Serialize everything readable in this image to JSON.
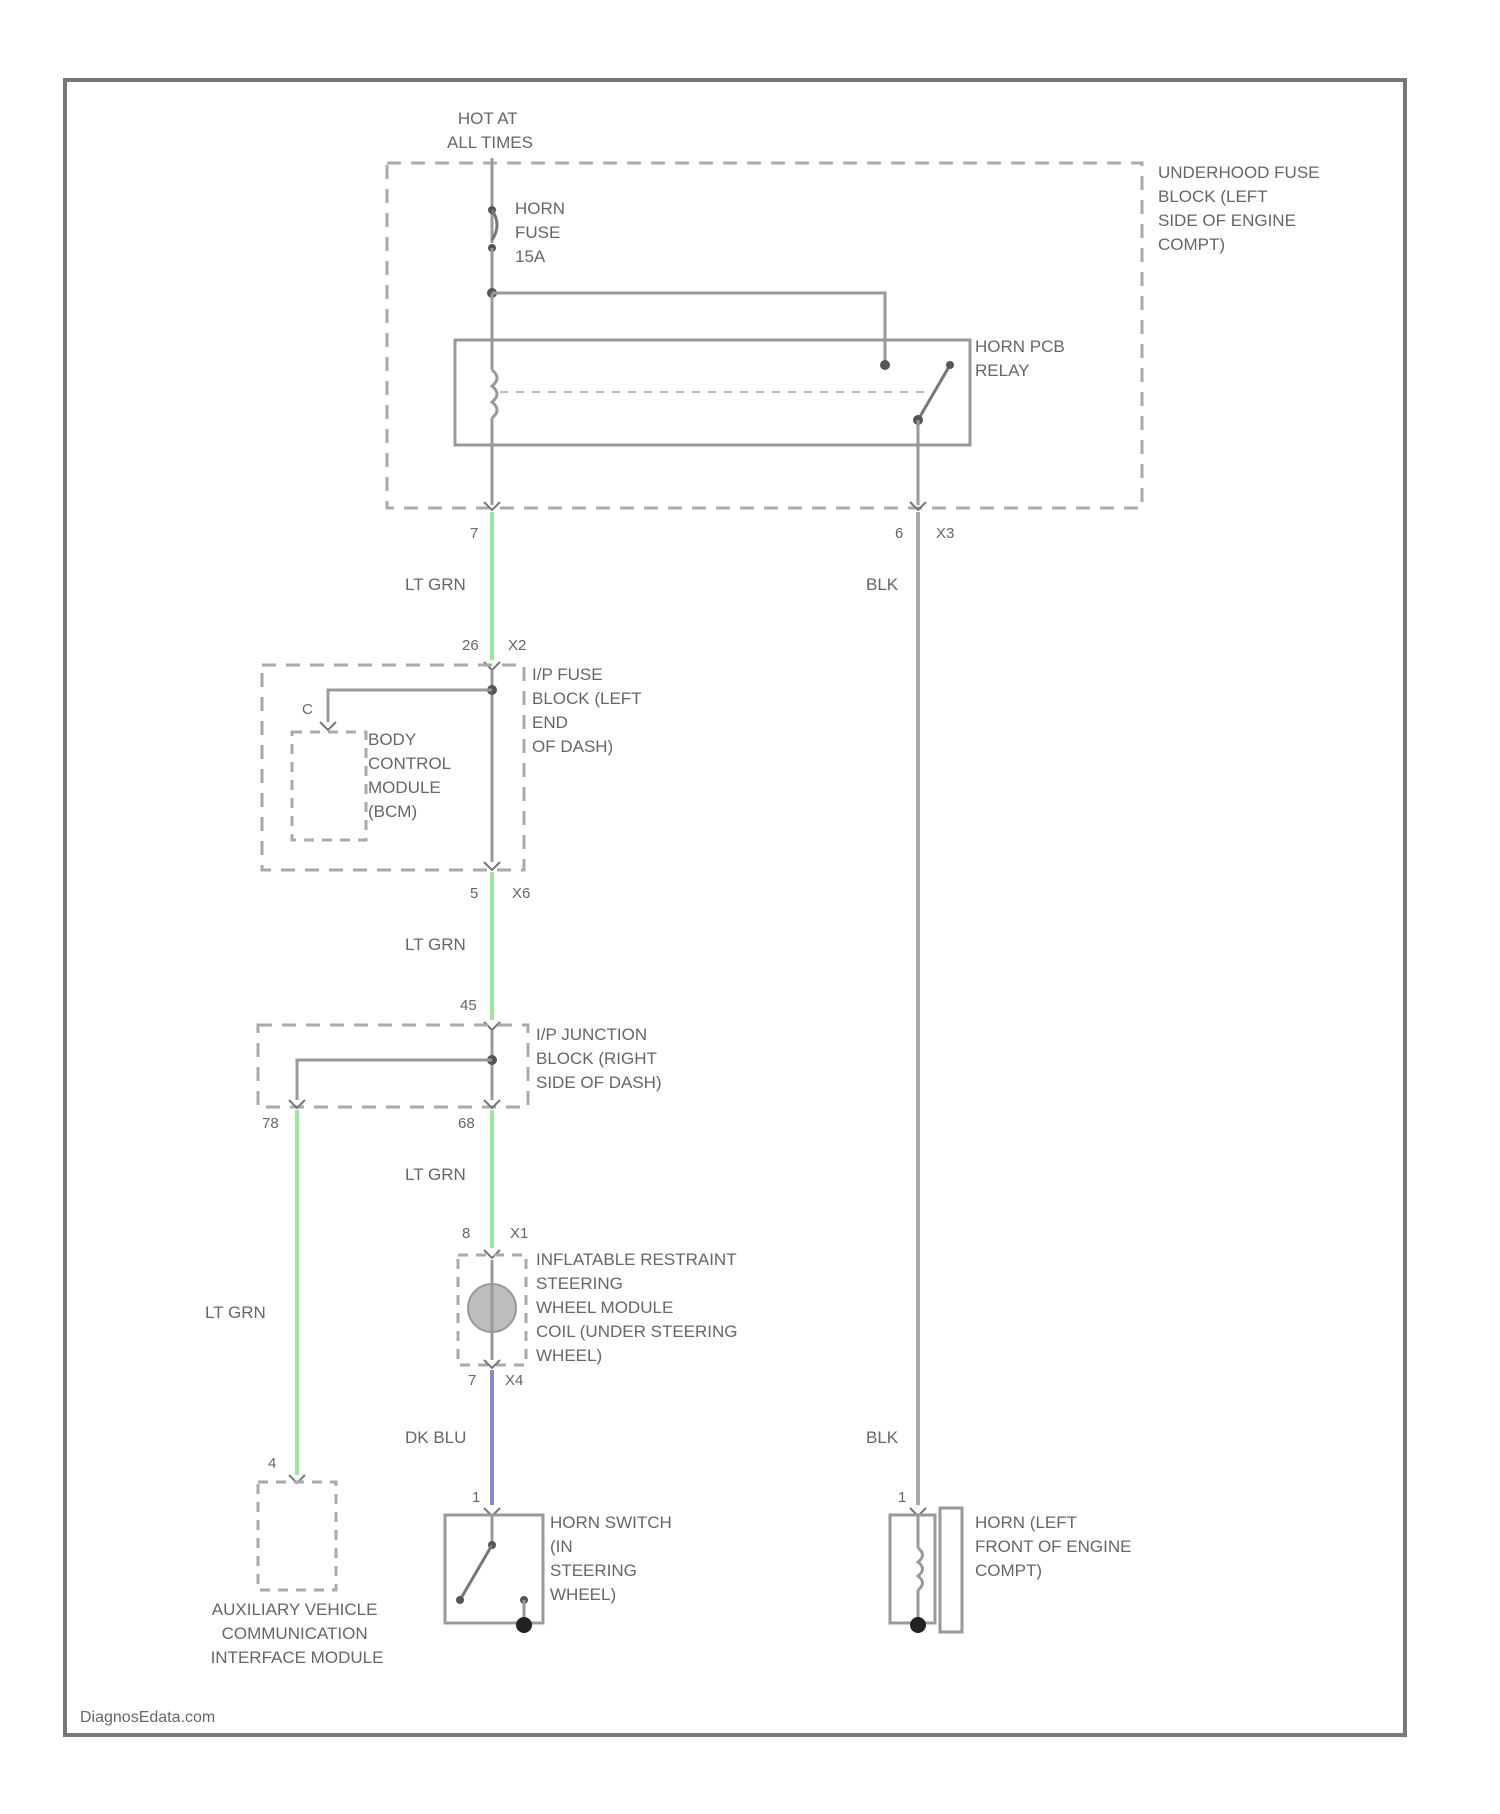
{
  "power": {
    "line1": "HOT AT",
    "line2": "ALL TIMES"
  },
  "underhood_fuse_block": {
    "lines": [
      "UNDERHOOD FUSE",
      "BLOCK (LEFT",
      "SIDE OF ENGINE",
      "COMPT)"
    ]
  },
  "horn_fuse": {
    "lines": [
      "HORN",
      "FUSE",
      "15A"
    ]
  },
  "horn_relay": {
    "lines": [
      "HORN PCB",
      "RELAY"
    ]
  },
  "ip_fuse_block": {
    "lines": [
      "I/P FUSE",
      "BLOCK (LEFT",
      "END",
      "OF DASH)"
    ]
  },
  "bcm": {
    "lines": [
      "BODY",
      "CONTROL",
      "MODULE",
      "(BCM)"
    ]
  },
  "ip_junction_block": {
    "lines": [
      "I/P JUNCTION",
      "BLOCK (RIGHT",
      "SIDE OF DASH)"
    ]
  },
  "steering_coil": {
    "lines": [
      "INFLATABLE RESTRAINT",
      "STEERING",
      "WHEEL MODULE",
      "COIL (UNDER STEERING",
      "WHEEL)"
    ]
  },
  "horn_switch": {
    "lines": [
      "HORN SWITCH",
      "(IN",
      "STEERING",
      "WHEEL)"
    ]
  },
  "horn": {
    "lines": [
      "HORN (LEFT",
      "FRONT OF ENGINE",
      "COMPT)"
    ]
  },
  "avcim": {
    "lines": [
      "AUXILIARY VEHICLE",
      "COMMUNICATION",
      "INTERFACE MODULE"
    ]
  },
  "pins": {
    "uh_left": "7",
    "uh_right": "6",
    "uh_right_conn": "X3",
    "ip_top": "26",
    "ip_top_conn": "X2",
    "bcm_pin": "C",
    "ip_bottom": "5",
    "ip_bottom_conn": "X6",
    "jb_top": "45",
    "jb_left": "78",
    "jb_right": "68",
    "coil_top": "8",
    "coil_top_conn": "X1",
    "coil_bottom": "7",
    "coil_bottom_conn": "X4",
    "switch_pin": "1",
    "horn_pin": "1",
    "avcim_pin": "4"
  },
  "wires": {
    "lt_grn_1": "LT GRN",
    "lt_grn_2": "LT GRN",
    "lt_grn_3": "LT GRN",
    "lt_grn_4": "LT GRN",
    "dk_blu": "DK BLU",
    "blk_1": "BLK",
    "blk_2": "BLK"
  },
  "credit": "DiagnosEdata.com",
  "colors": {
    "lt_grn": "#9be89b",
    "dk_blu": "#7f8fcc",
    "blk": "#a8a8a8",
    "frame": "#777777"
  }
}
